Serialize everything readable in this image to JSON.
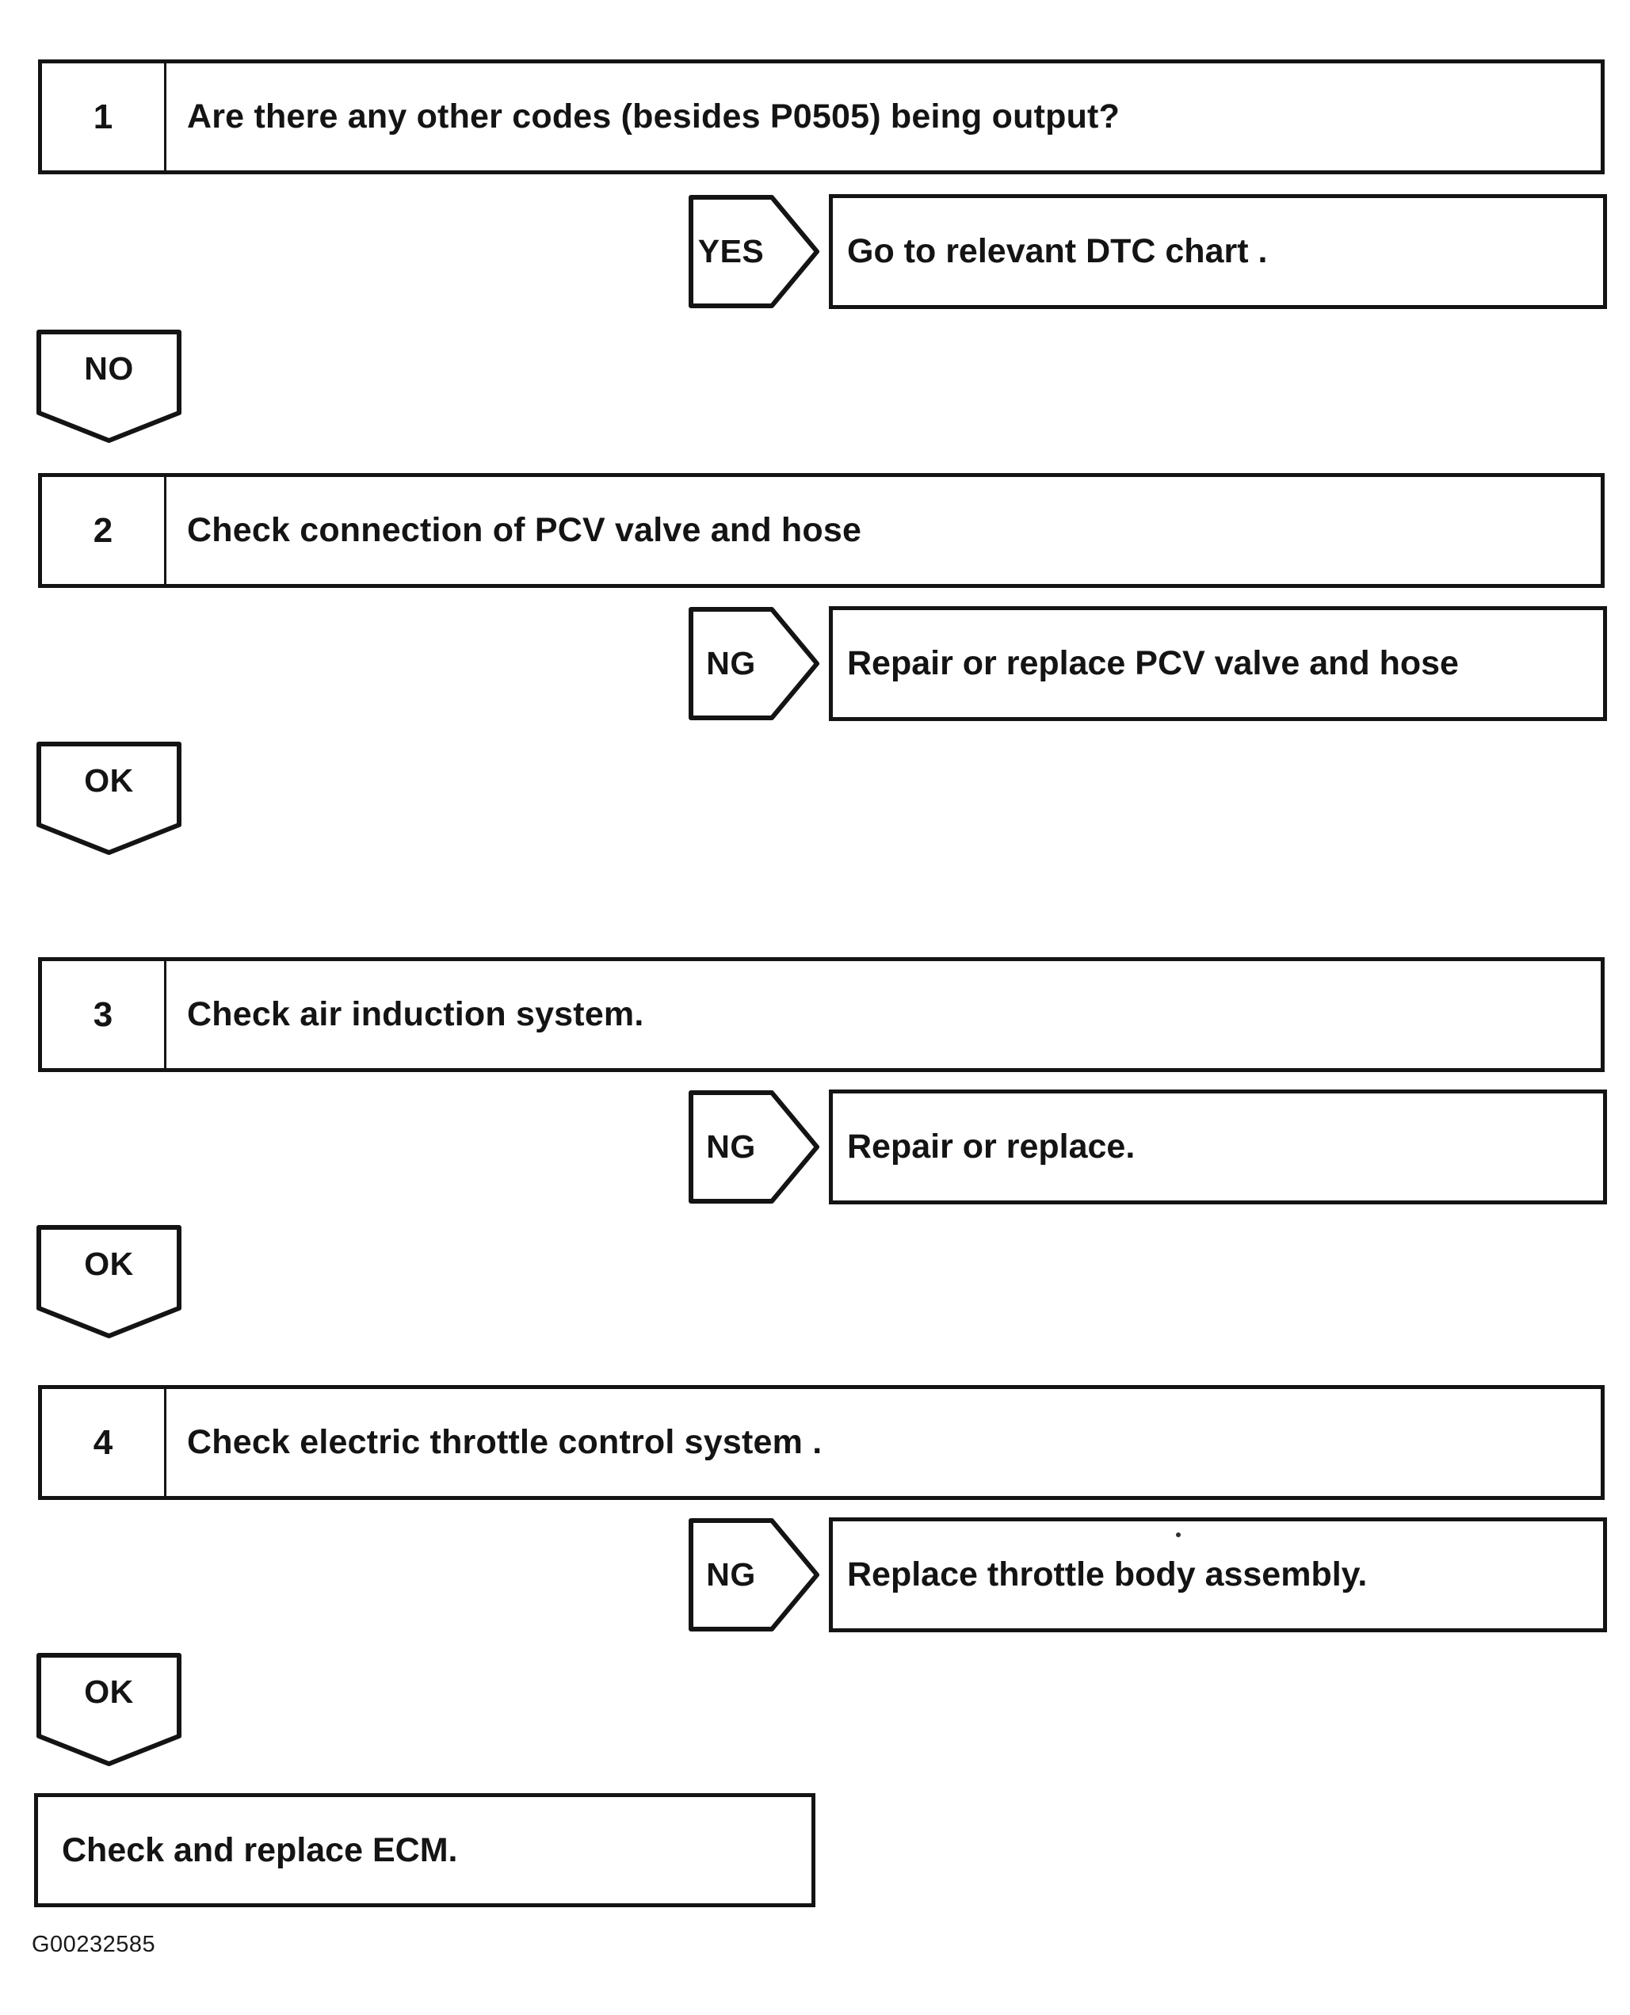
{
  "page": {
    "paper_color": "#ffffff",
    "ink_color": "#141414",
    "footer_code": "G00232585"
  },
  "flow": {
    "steps": [
      {
        "number": "1",
        "question": "Are there any other codes (besides P0505) being output?",
        "branch_label": "YES",
        "branch_result": "Go to relevant DTC chart .",
        "continue_label": "NO"
      },
      {
        "number": "2",
        "question": "Check connection of PCV valve and hose",
        "branch_label": "NG",
        "branch_result": "Repair or replace PCV valve and hose",
        "continue_label": "OK"
      },
      {
        "number": "3",
        "question": "Check air induction system.",
        "branch_label": "NG",
        "branch_result": "Repair or replace.",
        "continue_label": "OK"
      },
      {
        "number": "4",
        "question": "Check electric throttle control system .",
        "branch_label": "NG",
        "branch_result": "Replace throttle body assembly.",
        "continue_label": "OK"
      }
    ],
    "final_action": "Check and replace ECM."
  }
}
